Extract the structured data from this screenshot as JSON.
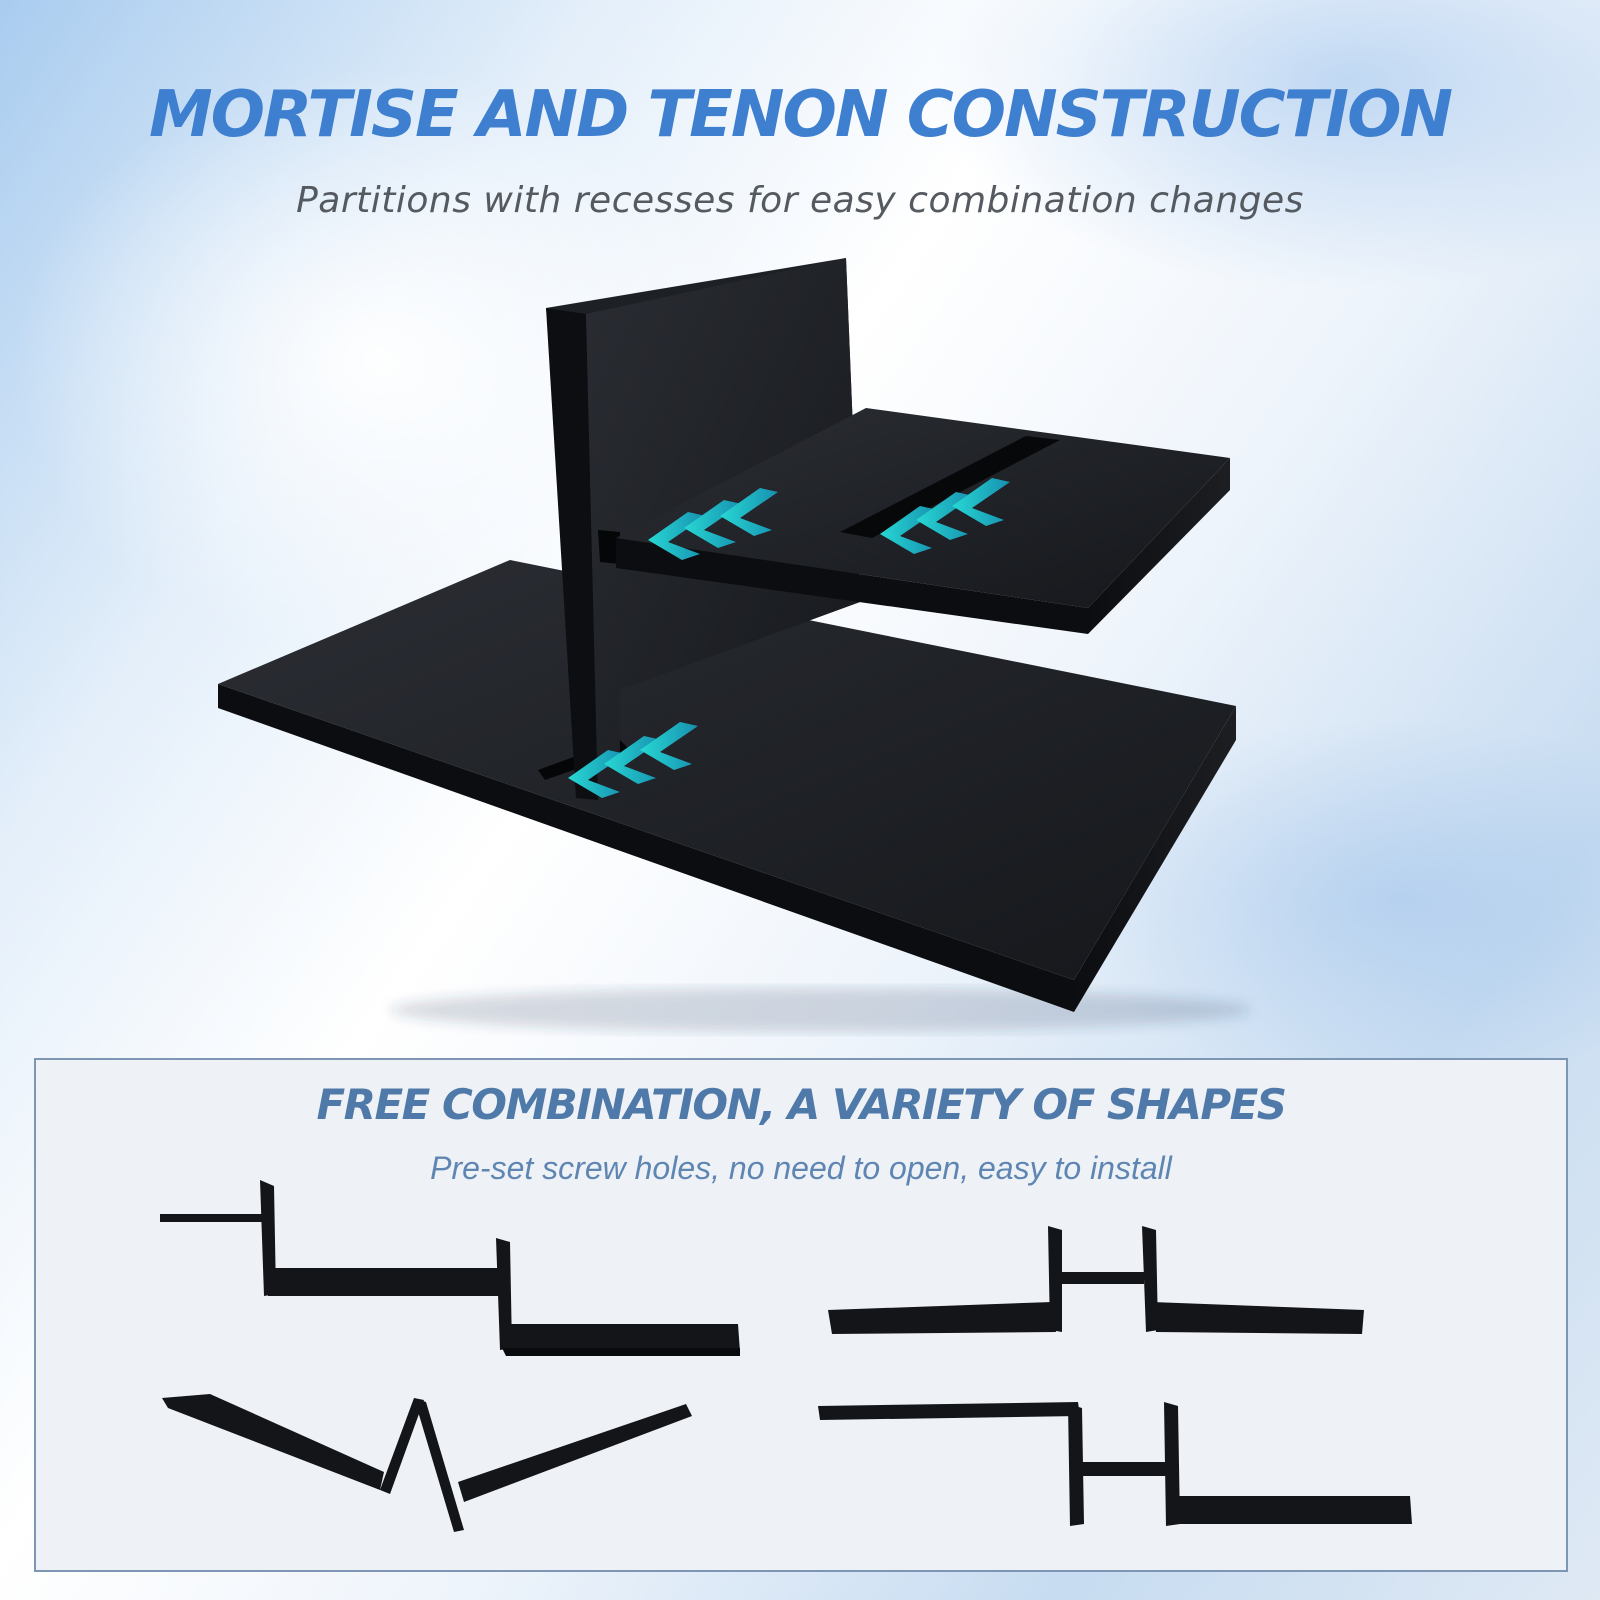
{
  "header": {
    "title": "MORTISE AND TENON CONSTRUCTION",
    "subtitle": "Partitions with recesses for easy combination changes"
  },
  "combinations": {
    "title": "FREE COMBINATION, A VARIETY OF SHAPES",
    "subtitle": "Pre-set screw holes, no need to open, easy to install"
  },
  "colors": {
    "title_blue": "#3e7fcf",
    "panel_title_blue": "#4f79a8",
    "shelf_black": "#141519",
    "arrow_teal": "#1fc4cc"
  }
}
